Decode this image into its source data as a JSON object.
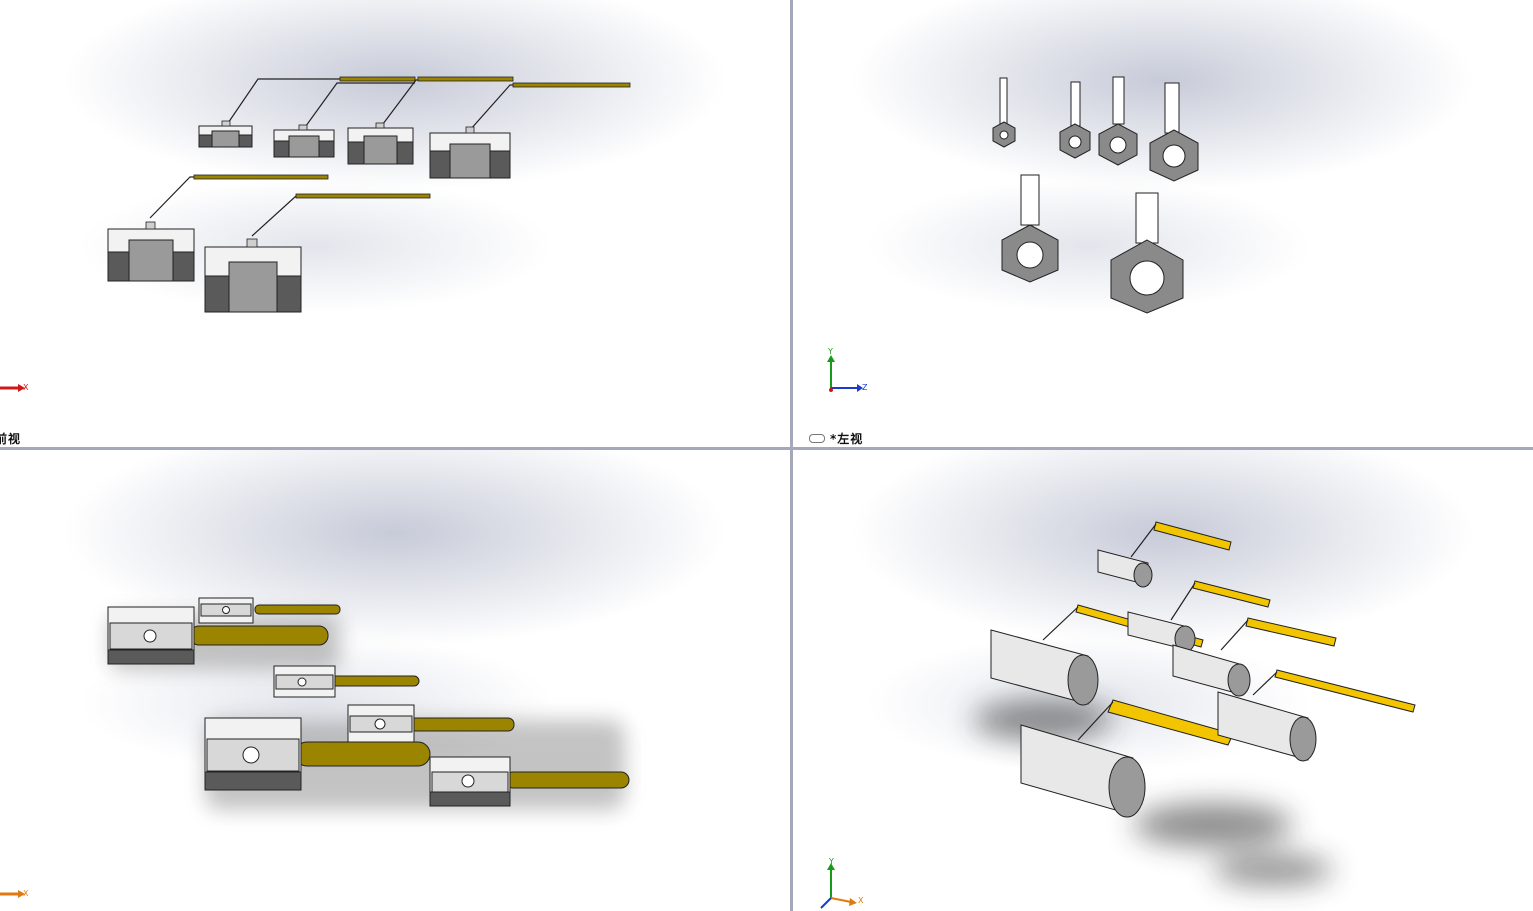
{
  "viewports": {
    "front": {
      "label": "前视",
      "axis_letter_x": "X"
    },
    "left": {
      "label": "*左视",
      "axis_letter_y": "Y",
      "axis_letter_z": "Z"
    },
    "top": {
      "label": "",
      "axis_letter_x": "X"
    },
    "iso": {
      "label": "",
      "axis_letter_y": "Y",
      "axis_letter_x": "X"
    }
  },
  "colors": {
    "handle_olive": "#9a8400",
    "handle_yellow": "#f2c500",
    "body_light": "#f2f2f2",
    "body_dark": "#555555",
    "splitter": "#a4a8b8",
    "axis_x": "#d01818",
    "axis_y": "#1a9a1a",
    "axis_z": "#1a3ad0",
    "axis_x_iso": "#e07a10"
  }
}
